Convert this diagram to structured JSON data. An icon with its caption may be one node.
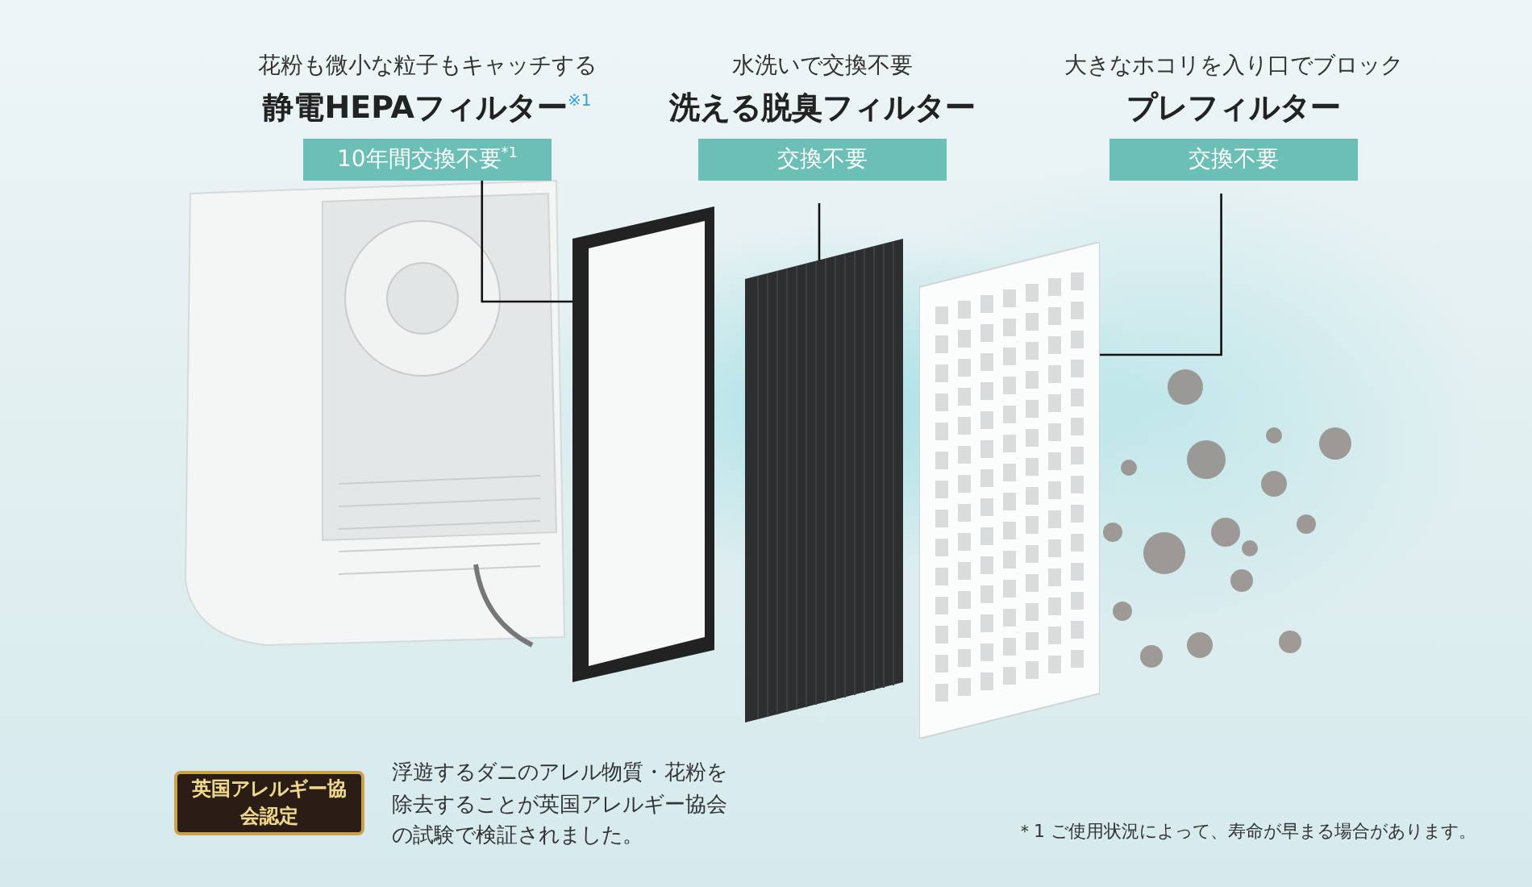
{
  "diagram": {
    "nodes": [
      {
        "text": [
          "花粉も微小な粒子もキャッチする",
          "静電HEPAフィルター$^{※1}$",
          "10年間交換不要$^{*1}$"
        ]
      },
      {
        "text": [
          "水洗いで交換不要",
          "洗える脱臭フィルター",
          "交換不要"
        ]
      },
      {
        "text": [
          "大きなホコリを入り口でブロック",
          "プレフィルター",
          "交換不要"
        ]
      },
      {
        "text": [],
        "shape": "picture"
      },
      {
        "text": [],
        "shape": "picture"
      },
      {
        "text": [],
        "shape": "picture"
      },
      {
        "text": [
          "英国アレルギー協会認定"
        ]
      }
    ],
    "edges": [
      {
        "from": 0,
        "to": 3,
        "arrow": "none"
      },
      {
        "from": 1,
        "to": 4,
        "arrow": "none"
      },
      {
        "from": 2,
        "to": 5,
        "arrow": "none"
      }
    ],
    "labels": [
      "浮遊するダニのアレル物質・花粉を除去することが英国アレルギー協会の試験で検証されました。",
      "＊1 ご使用状況によって、寿命が早まる場合があります。"
    ]
  }
}
